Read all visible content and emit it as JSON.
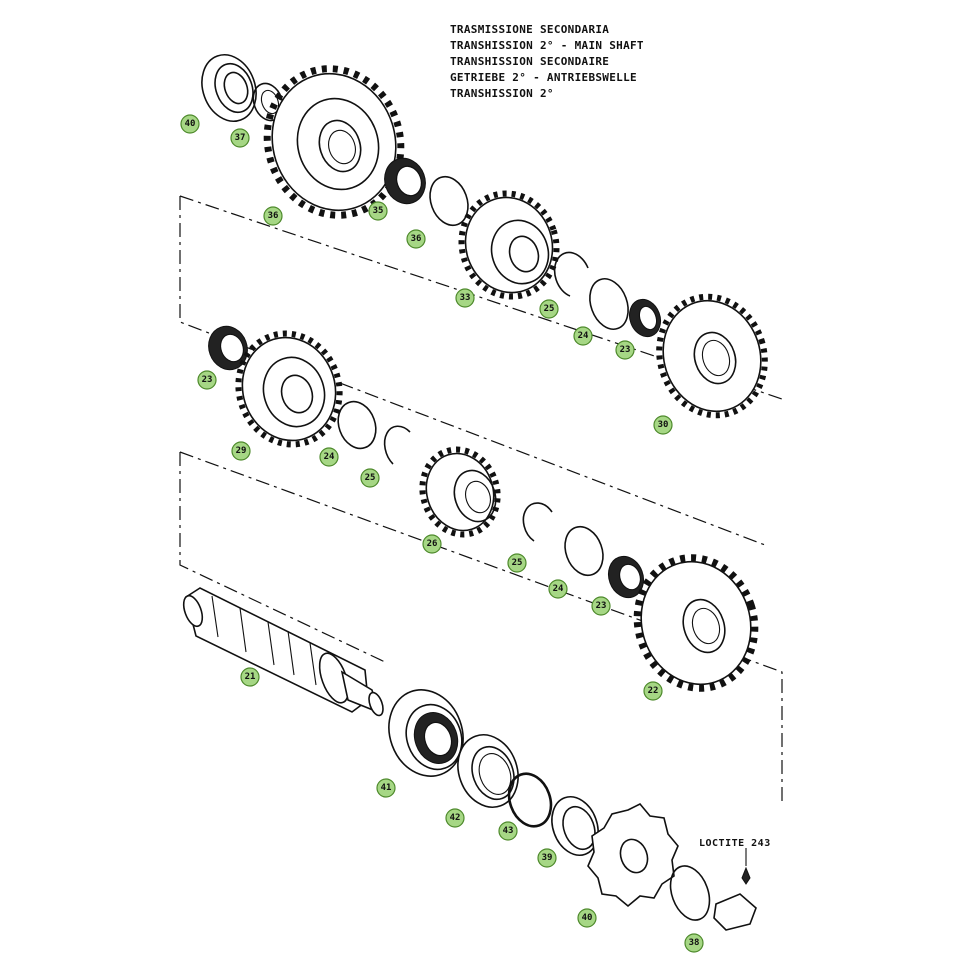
{
  "title": [
    "TRASMISSIONE SECONDARIA",
    "TRANSHISSION 2° - MAIN SHAFT",
    "TRANSHISSION SECONDAIRE",
    "GETRIEBE 2° - ANTRIEBSWELLE",
    "TRANSHISSION 2°"
  ],
  "note": "LOCTITE 243",
  "callouts": [
    {
      "label": "40"
    },
    {
      "label": "37"
    },
    {
      "label": "36"
    },
    {
      "label": "35"
    },
    {
      "label": "36"
    },
    {
      "label": "33"
    },
    {
      "label": "25"
    },
    {
      "label": "24"
    },
    {
      "label": "23"
    },
    {
      "label": "30"
    },
    {
      "label": "23"
    },
    {
      "label": "29"
    },
    {
      "label": "24"
    },
    {
      "label": "25"
    },
    {
      "label": "26"
    },
    {
      "label": "25"
    },
    {
      "label": "24"
    },
    {
      "label": "23"
    },
    {
      "label": "22"
    },
    {
      "label": "21"
    },
    {
      "label": "41"
    },
    {
      "label": "42"
    },
    {
      "label": "43"
    },
    {
      "label": "39"
    },
    {
      "label": "40"
    },
    {
      "label": "38"
    }
  ],
  "colors": {
    "callout_fill": "#a6d785",
    "callout_stroke": "#4e8a2c",
    "ink": "#111111"
  }
}
